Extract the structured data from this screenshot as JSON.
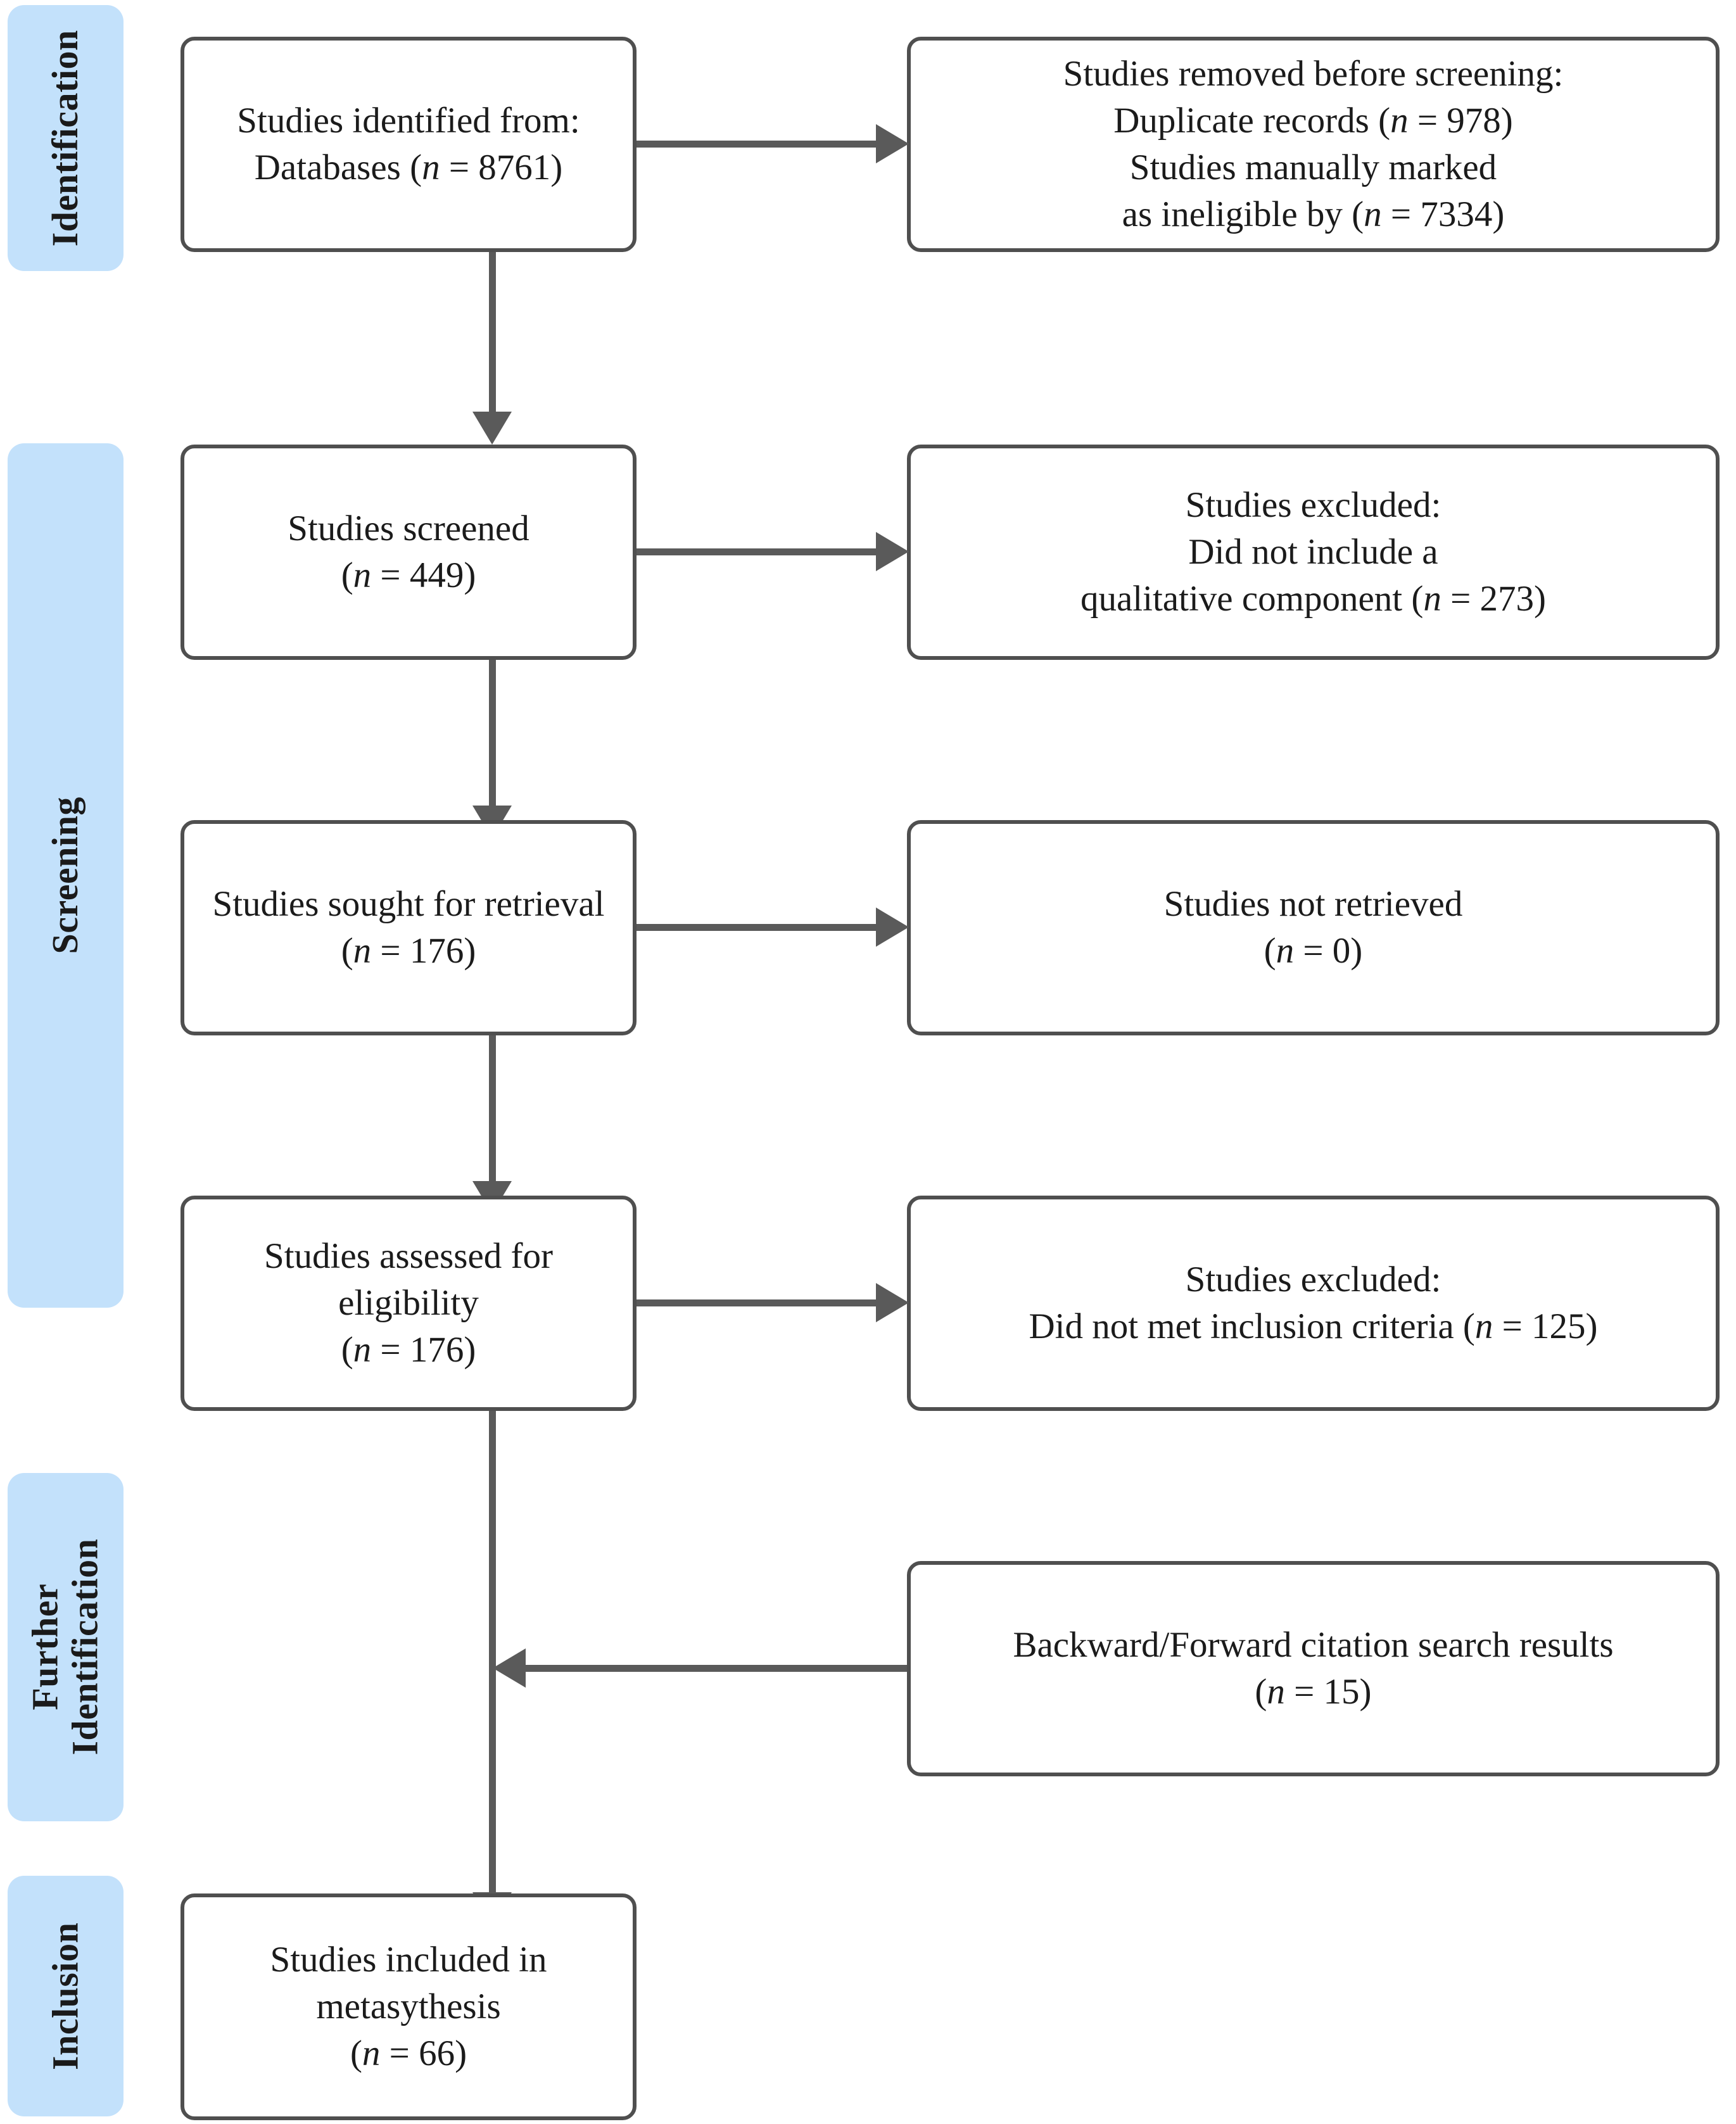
{
  "diagram": {
    "type": "PRISMA flow diagram",
    "accent_color": "#c3e1fb",
    "box_border_color": "#4f4f4f",
    "connector_color": "#5a5a5a"
  },
  "stages": [
    {
      "id": "identification",
      "label": "Identification"
    },
    {
      "id": "screening",
      "label": "Screening"
    },
    {
      "id": "further-identification",
      "label": "Further Identification"
    },
    {
      "id": "inclusion",
      "label": "Inclusion"
    }
  ],
  "boxes": {
    "identified": {
      "lines": [
        "Studies identified from:",
        "Databases (n = 8761)"
      ],
      "line1": "Studies identified from:",
      "line2_prefix": "Databases (",
      "line2_italic": "n",
      "line2_suffix": " = 8761)",
      "n_value": 8761
    },
    "removed_before_screening": {
      "line1": "Studies removed before screening:",
      "line2_prefix": "Duplicate records (",
      "line2_italic": "n",
      "line2_suffix": " = 978)",
      "line3": "Studies manually marked",
      "line4_prefix": "as ineligible by (",
      "line4_italic": "n",
      "line4_suffix": " = 7334)",
      "duplicate_records_n": 978,
      "manually_marked_ineligible_n": 7334
    },
    "screened": {
      "line1": "Studies screened",
      "line2_prefix": "(",
      "line2_italic": "n",
      "line2_suffix": " = 449)",
      "n_value": 449
    },
    "excluded_no_qualitative": {
      "line1": "Studies excluded:",
      "line2": "Did not include a",
      "line3_prefix": "qualitative component (",
      "line3_italic": "n",
      "line3_suffix": " = 273)",
      "n_value": 273
    },
    "sought_for_retrieval": {
      "line1": "Studies sought for retrieval",
      "line2_prefix": "(",
      "line2_italic": "n",
      "line2_suffix": " = 176)",
      "n_value": 176
    },
    "not_retrieved": {
      "line1": "Studies not retrieved",
      "line2_prefix": "(",
      "line2_italic": "n",
      "line2_suffix": " = 0)",
      "n_value": 0
    },
    "assessed_for_eligibility": {
      "line1": "Studies assessed for eligibility",
      "line2_prefix": "(",
      "line2_italic": "n",
      "line2_suffix": " = 176)",
      "n_value": 176
    },
    "excluded_inclusion_criteria": {
      "line1": "Studies excluded:",
      "line2_prefix": "Did not met inclusion criteria (",
      "line2_italic": "n",
      "line2_suffix": " = 125)",
      "n_value": 125
    },
    "citation_search": {
      "line1": "Backward/Forward citation search results",
      "line2_prefix": "(",
      "line2_italic": "n",
      "line2_suffix": " = 15)",
      "n_value": 15
    },
    "included_metasythesis": {
      "line1": "Studies included in",
      "line2": "metasythesis",
      "line3_prefix": "(",
      "line3_italic": "n",
      "line3_suffix": " = 66)",
      "n_value": 66
    }
  }
}
